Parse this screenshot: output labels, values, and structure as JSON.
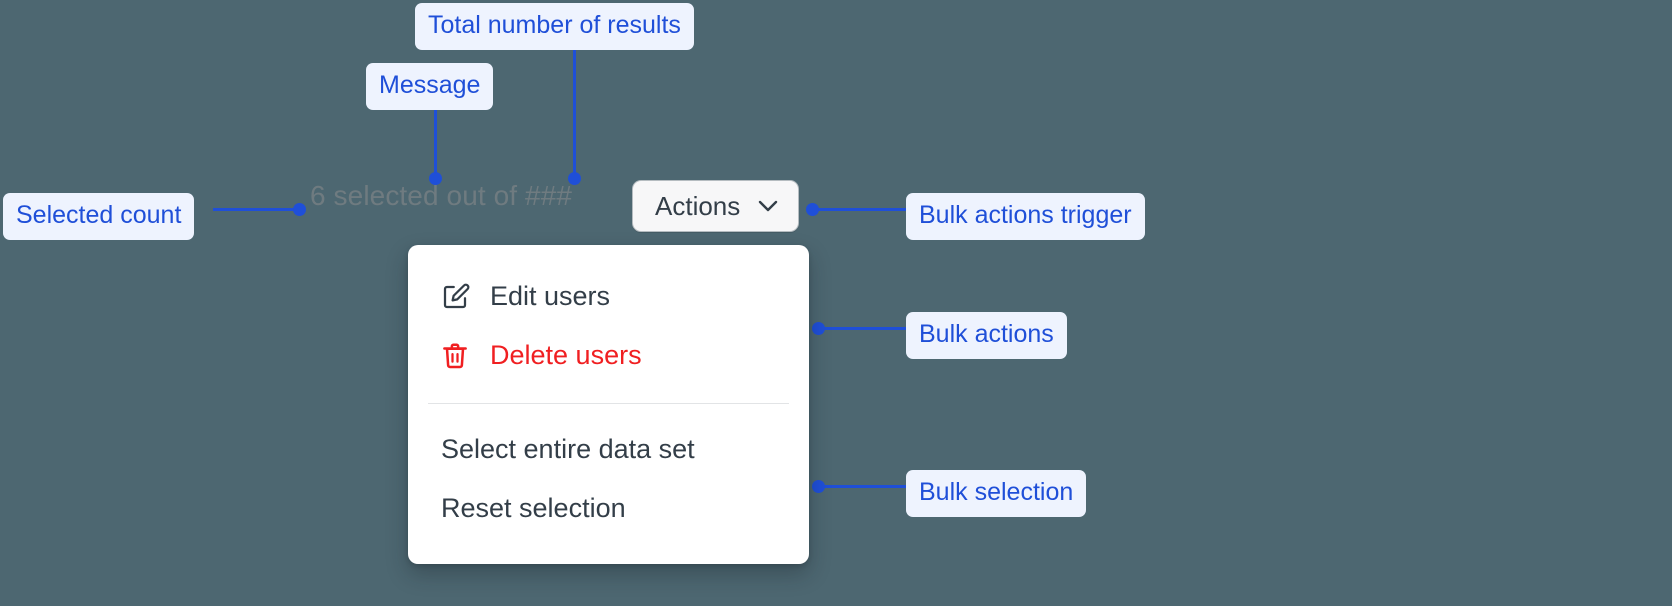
{
  "canvas": {
    "background_color": "#4d6771",
    "annotation_bg": "#eef3fe",
    "annotation_text_color": "#1f4fd8",
    "connector_color": "#1f4fd8"
  },
  "annotations": [
    {
      "id": "total-results",
      "label": "Total number of results"
    },
    {
      "id": "message",
      "label": "Message"
    },
    {
      "id": "selected-count",
      "label": "Selected count"
    },
    {
      "id": "bulk-actions-trigger",
      "label": "Bulk actions trigger"
    },
    {
      "id": "bulk-actions",
      "label": "Bulk actions"
    },
    {
      "id": "bulk-selection",
      "label": "Bulk selection"
    }
  ],
  "selection_bar": {
    "message_text": "6 selected out of ###",
    "selected_count": "6",
    "total_results_placeholder": "###",
    "text_color": "#6f7b80"
  },
  "actions_button": {
    "label": "Actions",
    "icon": "chevron-down-icon",
    "background_color": "#f7f7f8",
    "border_color": "#b5bcc0",
    "text_color": "#333e48"
  },
  "dropdown_menu": {
    "groups": [
      {
        "name": "bulk-actions",
        "items": [
          {
            "id": "edit-users",
            "label": "Edit users",
            "icon": "edit-pencil-icon",
            "color": "#333e48"
          },
          {
            "id": "delete-users",
            "label": "Delete users",
            "icon": "trash-icon",
            "color": "#f01f21"
          }
        ]
      },
      {
        "name": "bulk-selection",
        "items": [
          {
            "id": "select-entire-data-set",
            "label": "Select entire data set",
            "icon": "",
            "color": "#333e48"
          },
          {
            "id": "reset-selection",
            "label": "Reset selection",
            "icon": "",
            "color": "#333e48"
          }
        ]
      }
    ]
  }
}
